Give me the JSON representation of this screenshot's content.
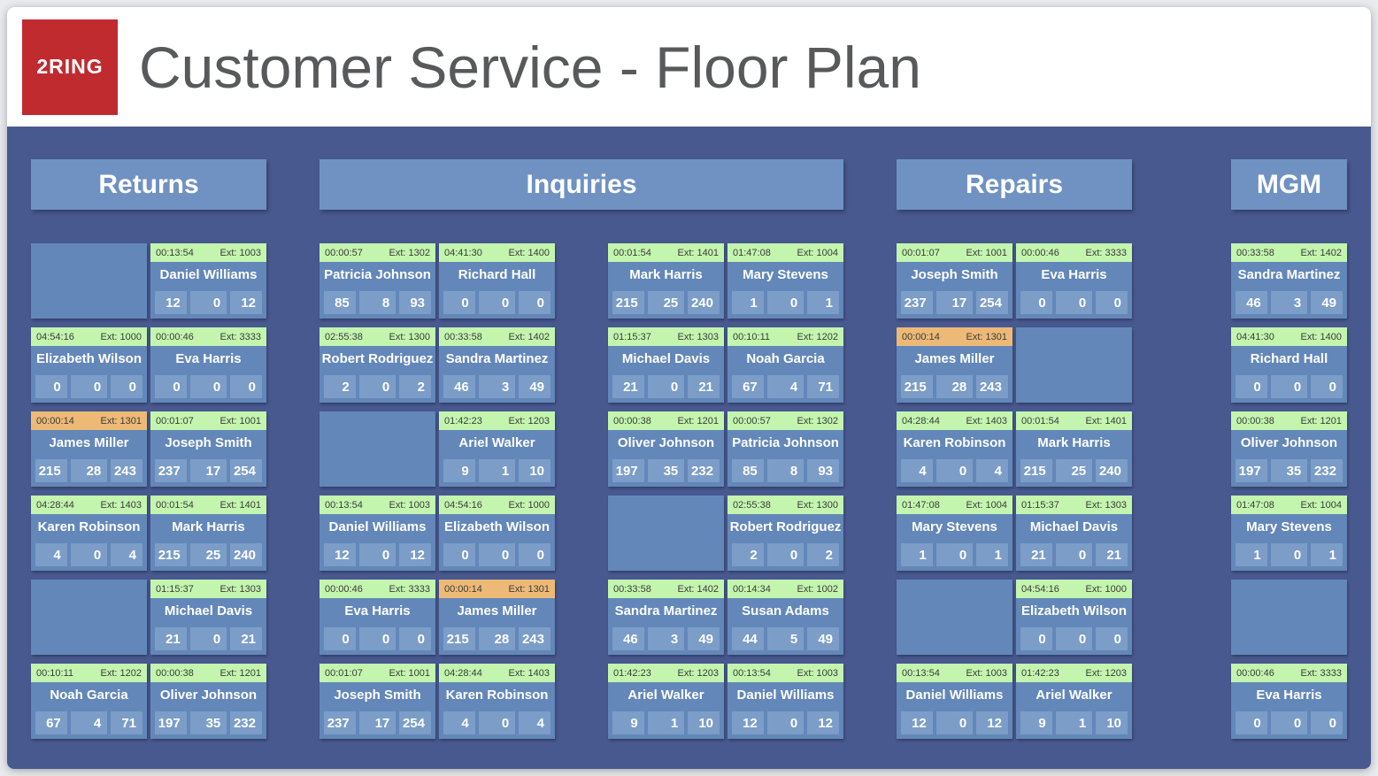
{
  "header": {
    "title": "Customer Service - Floor Plan",
    "logo_text": "2RING"
  },
  "colors": {
    "logo_red": "#c02b30",
    "title_text": "#58595b",
    "floor_background": "#485990",
    "section_band": "#7092c2",
    "card_body": "#6387b9",
    "stat_box": "#7b9dc8",
    "status_ready_green": "#c3f5ae",
    "status_busy_orange": "#ecba76",
    "card_header_text": "#3b3b3b"
  },
  "sections": [
    {
      "title": "Returns",
      "banks": [
        {
          "cards": [
            {
              "empty": true
            },
            {
              "time": "00:13:54",
              "ext": "Ext: 1003",
              "name": "Daniel Williams",
              "stats": [
                12,
                0,
                12
              ],
              "status": "green"
            },
            {
              "time": "04:54:16",
              "ext": "Ext: 1000",
              "name": "Elizabeth Wilson",
              "stats": [
                0,
                0,
                0
              ],
              "status": "green"
            },
            {
              "time": "00:00:46",
              "ext": "Ext: 3333",
              "name": "Eva Harris",
              "stats": [
                0,
                0,
                0
              ],
              "status": "green"
            },
            {
              "time": "00:00:14",
              "ext": "Ext: 1301",
              "name": "James Miller",
              "stats": [
                215,
                28,
                243
              ],
              "status": "orange"
            },
            {
              "time": "00:01:07",
              "ext": "Ext: 1001",
              "name": "Joseph Smith",
              "stats": [
                237,
                17,
                254
              ],
              "status": "green"
            },
            {
              "time": "04:28:44",
              "ext": "Ext: 1403",
              "name": "Karen Robinson",
              "stats": [
                4,
                0,
                4
              ],
              "status": "green"
            },
            {
              "time": "00:01:54",
              "ext": "Ext: 1401",
              "name": "Mark Harris",
              "stats": [
                215,
                25,
                240
              ],
              "status": "green"
            },
            {
              "empty": true
            },
            {
              "time": "01:15:37",
              "ext": "Ext: 1303",
              "name": "Michael Davis",
              "stats": [
                21,
                0,
                21
              ],
              "status": "green"
            },
            {
              "time": "00:10:11",
              "ext": "Ext: 1202",
              "name": "Noah Garcia",
              "stats": [
                67,
                4,
                71
              ],
              "status": "green"
            },
            {
              "time": "00:00:38",
              "ext": "Ext: 1201",
              "name": "Oliver Johnson",
              "stats": [
                197,
                35,
                232
              ],
              "status": "green"
            }
          ]
        }
      ]
    },
    {
      "title": "Inquiries",
      "banks": [
        {
          "cards": [
            {
              "time": "00:00:57",
              "ext": "Ext: 1302",
              "name": "Patricia Johnson",
              "stats": [
                85,
                8,
                93
              ],
              "status": "green"
            },
            {
              "time": "04:41:30",
              "ext": "Ext: 1400",
              "name": "Richard Hall",
              "stats": [
                0,
                0,
                0
              ],
              "status": "green"
            },
            {
              "time": "02:55:38",
              "ext": "Ext: 1300",
              "name": "Robert Rodriguez",
              "stats": [
                2,
                0,
                2
              ],
              "status": "green"
            },
            {
              "time": "00:33:58",
              "ext": "Ext: 1402",
              "name": "Sandra Martinez",
              "stats": [
                46,
                3,
                49
              ],
              "status": "green"
            },
            {
              "empty": true
            },
            {
              "time": "01:42:23",
              "ext": "Ext: 1203",
              "name": "Ariel Walker",
              "stats": [
                9,
                1,
                10
              ],
              "status": "green"
            },
            {
              "time": "00:13:54",
              "ext": "Ext: 1003",
              "name": "Daniel Williams",
              "stats": [
                12,
                0,
                12
              ],
              "status": "green"
            },
            {
              "time": "04:54:16",
              "ext": "Ext: 1000",
              "name": "Elizabeth Wilson",
              "stats": [
                0,
                0,
                0
              ],
              "status": "green"
            },
            {
              "time": "00:00:46",
              "ext": "Ext: 3333",
              "name": "Eva Harris",
              "stats": [
                0,
                0,
                0
              ],
              "status": "green"
            },
            {
              "time": "00:00:14",
              "ext": "Ext: 1301",
              "name": "James Miller",
              "stats": [
                215,
                28,
                243
              ],
              "status": "orange"
            },
            {
              "time": "00:01:07",
              "ext": "Ext: 1001",
              "name": "Joseph Smith",
              "stats": [
                237,
                17,
                254
              ],
              "status": "green"
            },
            {
              "time": "04:28:44",
              "ext": "Ext: 1403",
              "name": "Karen Robinson",
              "stats": [
                4,
                0,
                4
              ],
              "status": "green"
            }
          ]
        },
        {
          "cards": [
            {
              "time": "00:01:54",
              "ext": "Ext: 1401",
              "name": "Mark Harris",
              "stats": [
                215,
                25,
                240
              ],
              "status": "green"
            },
            {
              "time": "01:47:08",
              "ext": "Ext: 1004",
              "name": "Mary Stevens",
              "stats": [
                1,
                0,
                1
              ],
              "status": "green"
            },
            {
              "time": "01:15:37",
              "ext": "Ext: 1303",
              "name": "Michael Davis",
              "stats": [
                21,
                0,
                21
              ],
              "status": "green"
            },
            {
              "time": "00:10:11",
              "ext": "Ext: 1202",
              "name": "Noah Garcia",
              "stats": [
                67,
                4,
                71
              ],
              "status": "green"
            },
            {
              "time": "00:00:38",
              "ext": "Ext: 1201",
              "name": "Oliver Johnson",
              "stats": [
                197,
                35,
                232
              ],
              "status": "green"
            },
            {
              "time": "00:00:57",
              "ext": "Ext: 1302",
              "name": "Patricia Johnson",
              "stats": [
                85,
                8,
                93
              ],
              "status": "green"
            },
            {
              "empty": true
            },
            {
              "time": "02:55:38",
              "ext": "Ext: 1300",
              "name": "Robert Rodriguez",
              "stats": [
                2,
                0,
                2
              ],
              "status": "green"
            },
            {
              "time": "00:33:58",
              "ext": "Ext: 1402",
              "name": "Sandra Martinez",
              "stats": [
                46,
                3,
                49
              ],
              "status": "green"
            },
            {
              "time": "00:14:34",
              "ext": "Ext: 1002",
              "name": "Susan Adams",
              "stats": [
                44,
                5,
                49
              ],
              "status": "green"
            },
            {
              "time": "01:42:23",
              "ext": "Ext: 1203",
              "name": "Ariel Walker",
              "stats": [
                9,
                1,
                10
              ],
              "status": "green"
            },
            {
              "time": "00:13:54",
              "ext": "Ext: 1003",
              "name": "Daniel Williams",
              "stats": [
                12,
                0,
                12
              ],
              "status": "green"
            }
          ]
        }
      ]
    },
    {
      "title": "Repairs",
      "banks": [
        {
          "cards": [
            {
              "time": "00:01:07",
              "ext": "Ext: 1001",
              "name": "Joseph Smith",
              "stats": [
                237,
                17,
                254
              ],
              "status": "green"
            },
            {
              "time": "00:00:46",
              "ext": "Ext: 3333",
              "name": "Eva Harris",
              "stats": [
                0,
                0,
                0
              ],
              "status": "green"
            },
            {
              "time": "00:00:14",
              "ext": "Ext: 1301",
              "name": "James Miller",
              "stats": [
                215,
                28,
                243
              ],
              "status": "orange"
            },
            {
              "empty": true
            },
            {
              "time": "04:28:44",
              "ext": "Ext: 1403",
              "name": "Karen Robinson",
              "stats": [
                4,
                0,
                4
              ],
              "status": "green"
            },
            {
              "time": "00:01:54",
              "ext": "Ext: 1401",
              "name": "Mark Harris",
              "stats": [
                215,
                25,
                240
              ],
              "status": "green"
            },
            {
              "time": "01:47:08",
              "ext": "Ext: 1004",
              "name": "Mary Stevens",
              "stats": [
                1,
                0,
                1
              ],
              "status": "green"
            },
            {
              "time": "01:15:37",
              "ext": "Ext: 1303",
              "name": "Michael Davis",
              "stats": [
                21,
                0,
                21
              ],
              "status": "green"
            },
            {
              "empty": true
            },
            {
              "time": "04:54:16",
              "ext": "Ext: 1000",
              "name": "Elizabeth Wilson",
              "stats": [
                0,
                0,
                0
              ],
              "status": "green"
            },
            {
              "time": "00:13:54",
              "ext": "Ext: 1003",
              "name": "Daniel Williams",
              "stats": [
                12,
                0,
                12
              ],
              "status": "green"
            },
            {
              "time": "01:42:23",
              "ext": "Ext: 1203",
              "name": "Ariel Walker",
              "stats": [
                9,
                1,
                10
              ],
              "status": "green"
            }
          ]
        }
      ]
    },
    {
      "title": "MGM",
      "banks": [
        {
          "cards": [
            {
              "time": "00:33:58",
              "ext": "Ext: 1402",
              "name": "Sandra Martinez",
              "stats": [
                46,
                3,
                49
              ],
              "status": "green"
            },
            {
              "time": "04:41:30",
              "ext": "Ext: 1400",
              "name": "Richard Hall",
              "stats": [
                0,
                0,
                0
              ],
              "status": "green"
            },
            {
              "time": "00:00:38",
              "ext": "Ext: 1201",
              "name": "Oliver Johnson",
              "stats": [
                197,
                35,
                232
              ],
              "status": "green"
            },
            {
              "time": "01:47:08",
              "ext": "Ext: 1004",
              "name": "Mary Stevens",
              "stats": [
                1,
                0,
                1
              ],
              "status": "green"
            },
            {
              "empty": true
            },
            {
              "time": "00:00:46",
              "ext": "Ext: 3333",
              "name": "Eva Harris",
              "stats": [
                0,
                0,
                0
              ],
              "status": "green"
            }
          ]
        }
      ]
    }
  ]
}
